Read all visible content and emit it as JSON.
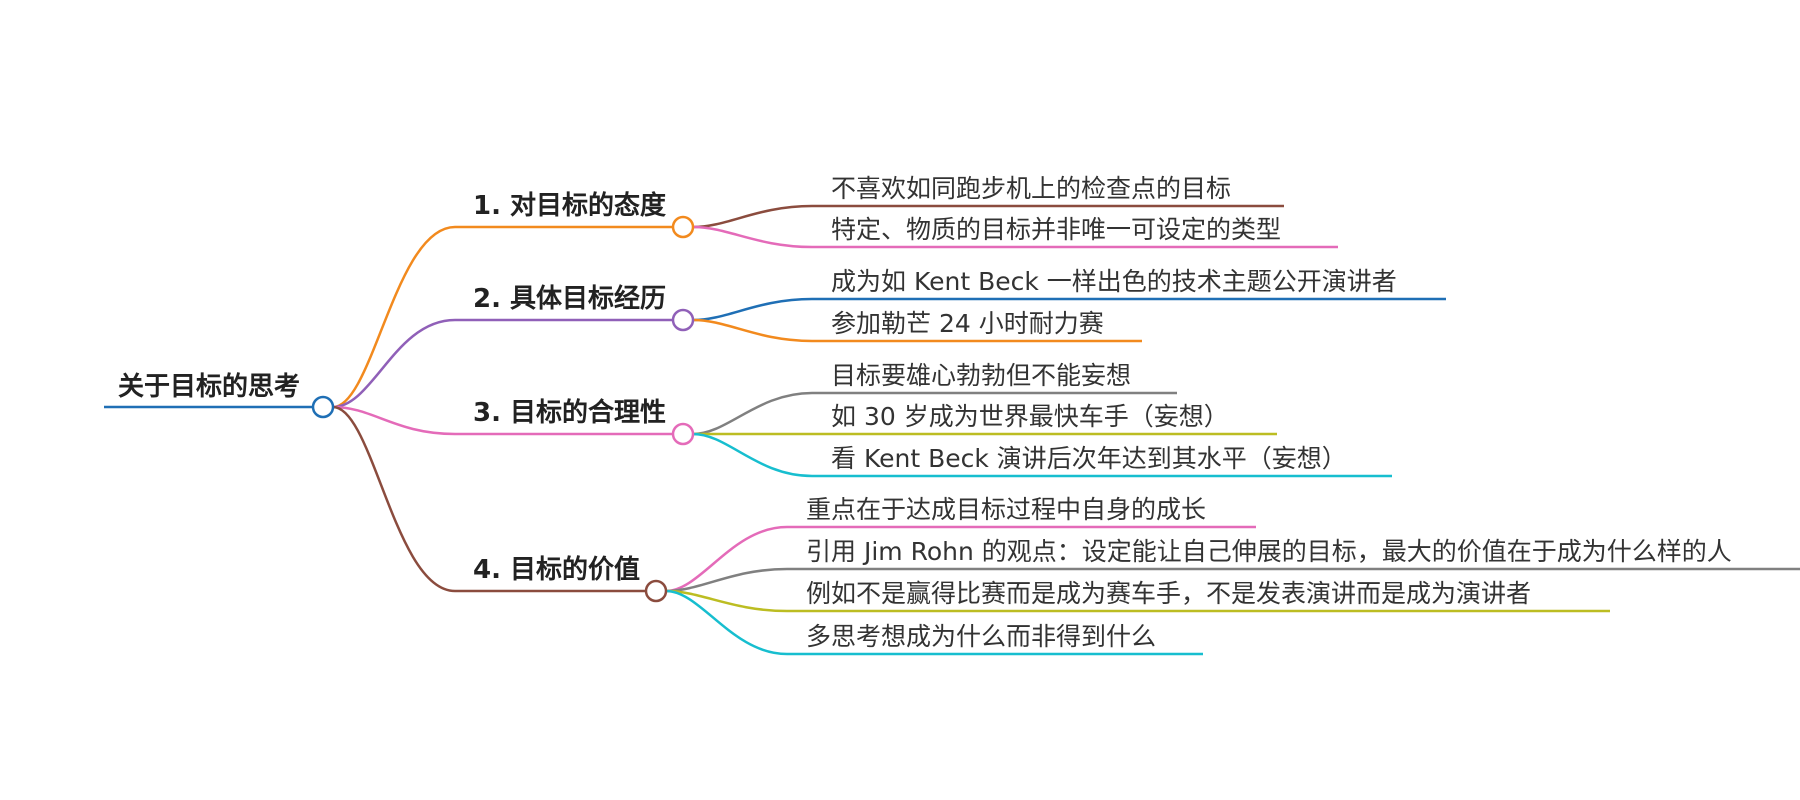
{
  "mindmap": {
    "root": {
      "label": "关于目标的思考",
      "color": "#1f6fb5"
    },
    "branches": [
      {
        "label": "1. 对目标的态度",
        "color": "#f28a1e",
        "children": [
          {
            "label": "不喜欢如同跑步机上的检查点的目标",
            "color": "#8b4c3e"
          },
          {
            "label": "特定、物质的目标并非唯一可设定的类型",
            "color": "#e46bb9"
          }
        ]
      },
      {
        "label": "2. 具体目标经历",
        "color": "#9060b8",
        "children": [
          {
            "label": "成为如 Kent Beck 一样出色的技术主题公开演讲者",
            "color": "#1f6fb5"
          },
          {
            "label": "参加勒芒 24 小时耐力赛",
            "color": "#f28a1e"
          }
        ]
      },
      {
        "label": "3. 目标的合理性",
        "color": "#e46bb9",
        "children": [
          {
            "label": "目标要雄心勃勃但不能妄想",
            "color": "#808080"
          },
          {
            "label": "如 30 岁成为世界最快车手（妄想）",
            "color": "#bcbd22"
          },
          {
            "label": "看 Kent Beck 演讲后次年达到其水平（妄想）",
            "color": "#17becf"
          }
        ]
      },
      {
        "label": "4. 目标的价值",
        "color": "#8b4c3e",
        "children": [
          {
            "label": "重点在于达成目标过程中自身的成长",
            "color": "#e46bb9"
          },
          {
            "label": "引用 Jim Rohn 的观点：设定能让自己伸展的目标，最大的价值在于成为什么样的人",
            "color": "#808080"
          },
          {
            "label": "例如不是赢得比赛而是成为赛车手，不是发表演讲而是成为演讲者",
            "color": "#bcbd22"
          },
          {
            "label": "多思考想成为什么而非得到什么",
            "color": "#17becf"
          }
        ]
      }
    ]
  }
}
